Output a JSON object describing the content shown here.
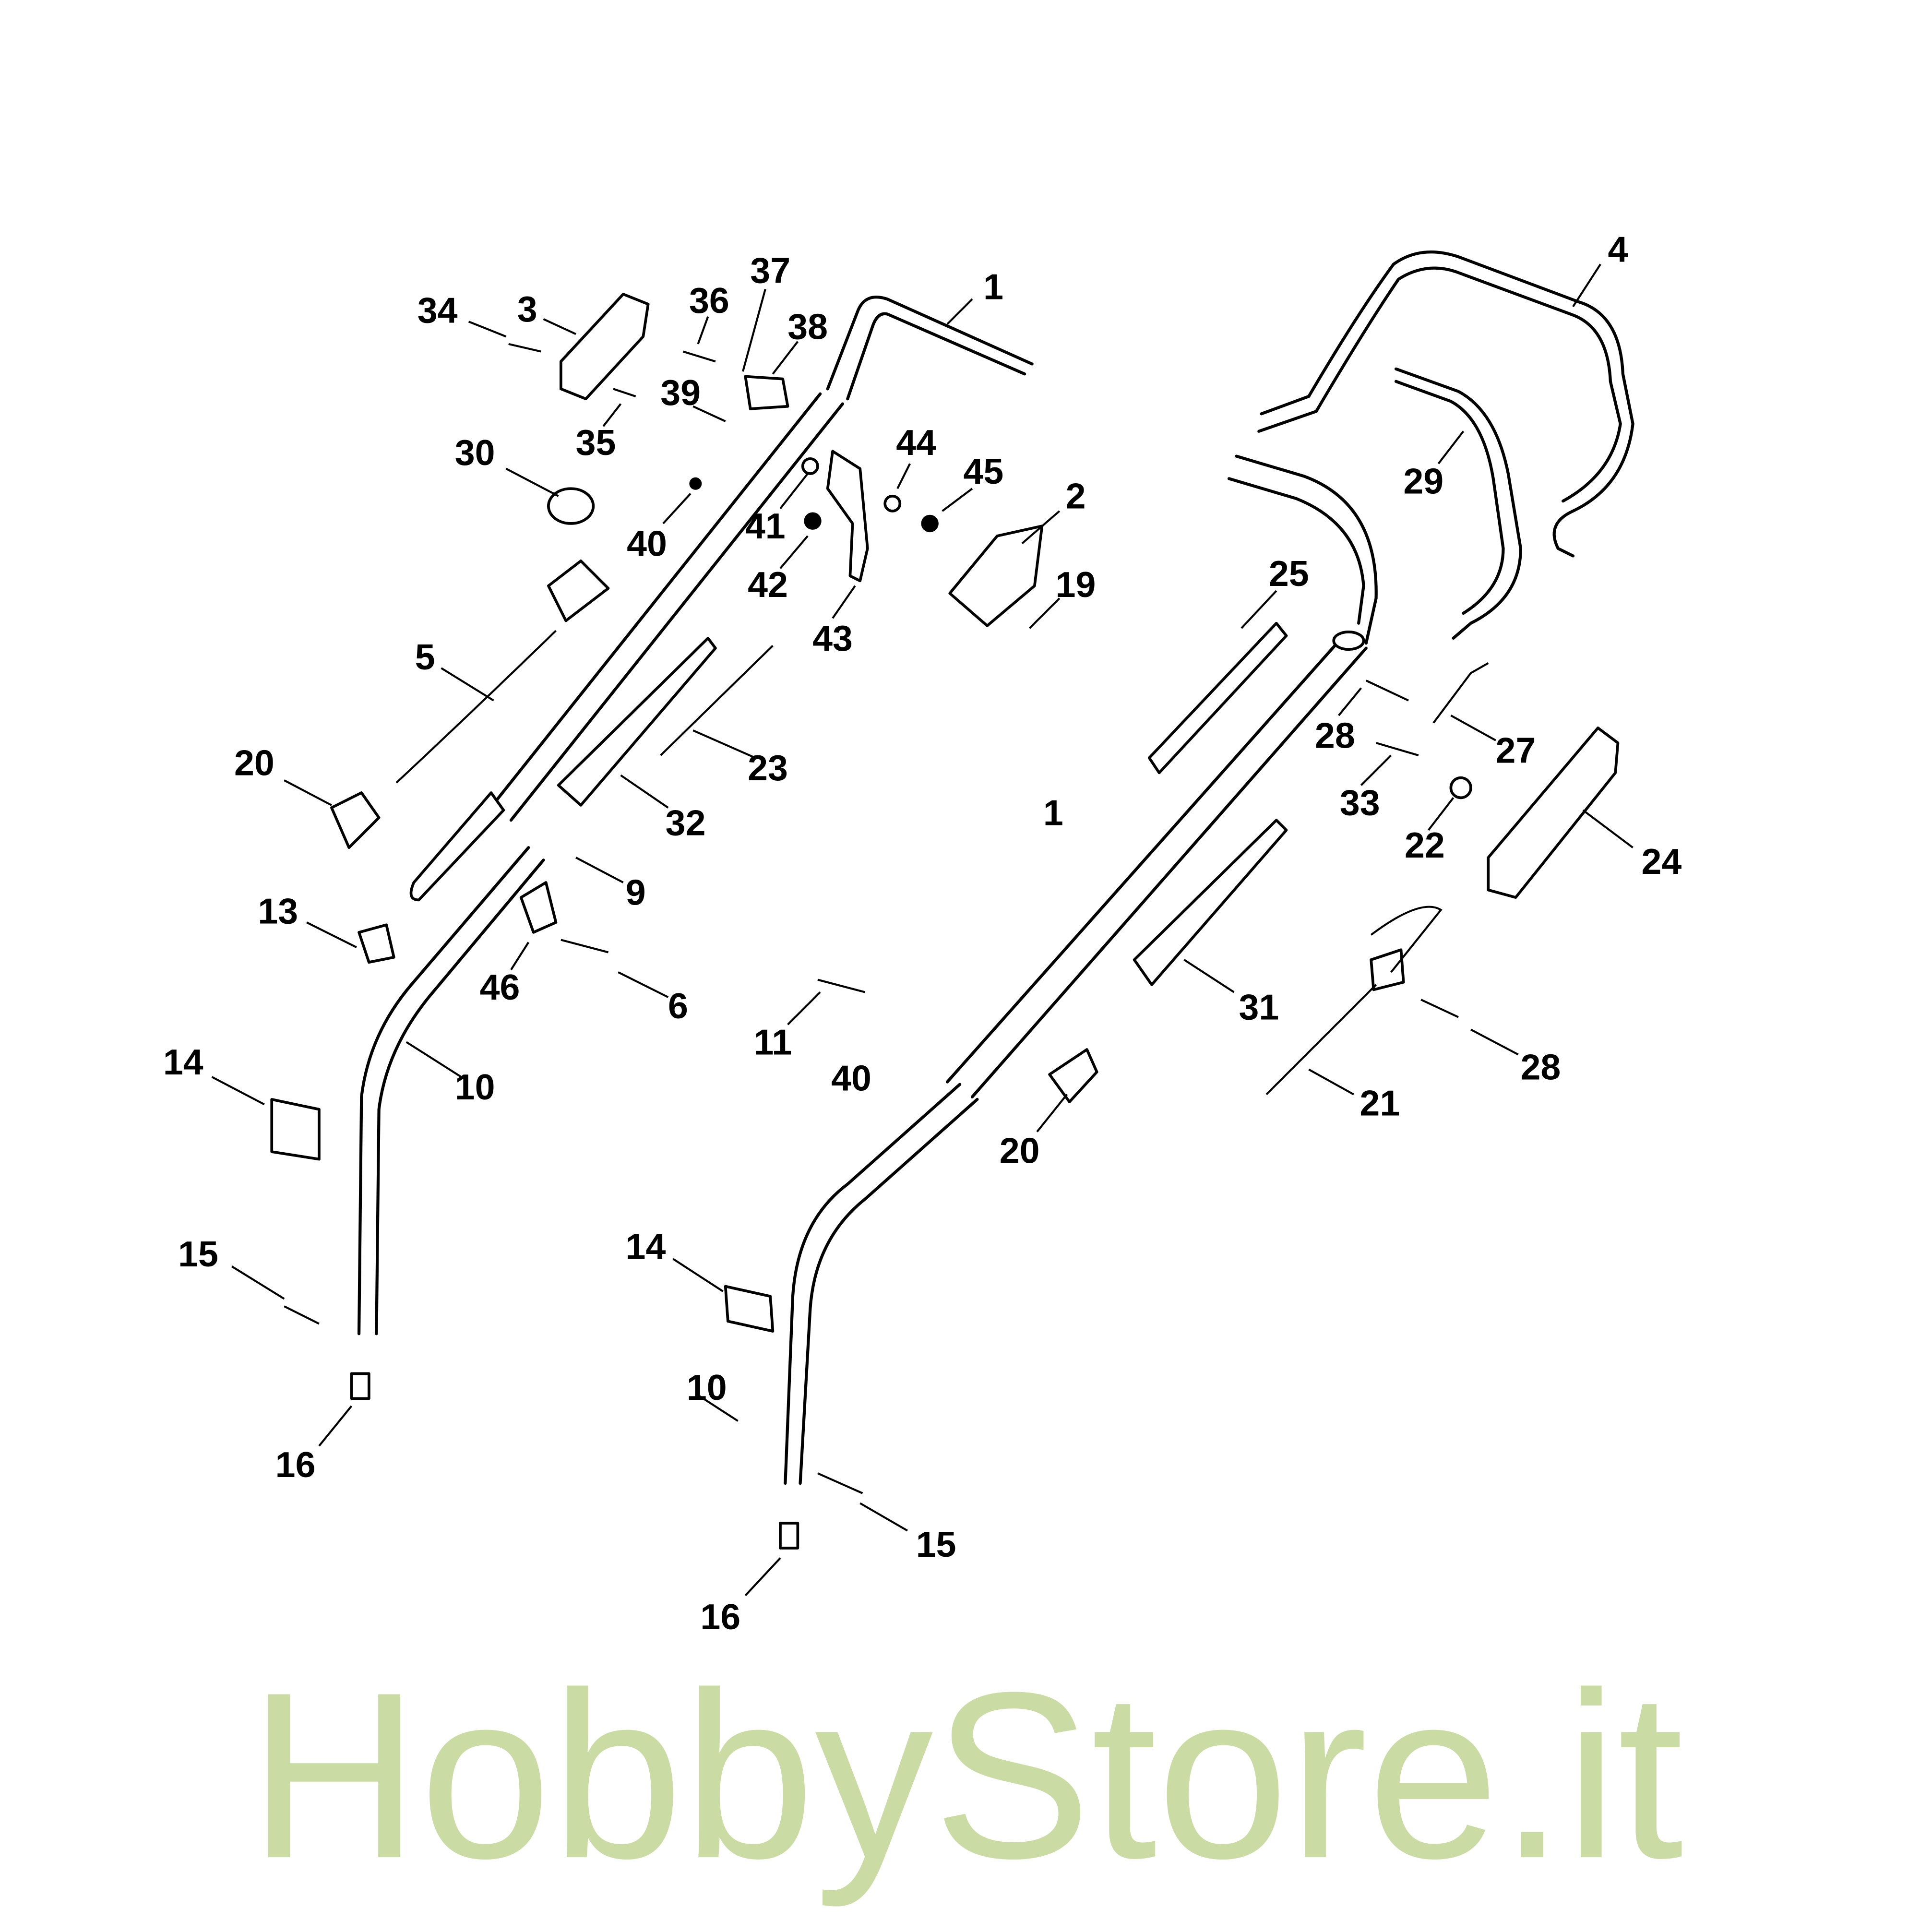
{
  "diagram": {
    "type": "exploded-parts-diagram",
    "watermark": "HobbyStore.it",
    "watermark_color": "#c5d89a",
    "labels": [
      "1",
      "2",
      "3",
      "4",
      "5",
      "6",
      "9",
      "10",
      "10",
      "11",
      "13",
      "14",
      "14",
      "15",
      "15",
      "16",
      "16",
      "19",
      "20",
      "20",
      "21",
      "22",
      "23",
      "24",
      "25",
      "27",
      "28",
      "28",
      "29",
      "30",
      "31",
      "32",
      "33",
      "34",
      "35",
      "36",
      "37",
      "38",
      "39",
      "40",
      "40",
      "41",
      "42",
      "43",
      "44",
      "45",
      "46",
      "1"
    ]
  }
}
